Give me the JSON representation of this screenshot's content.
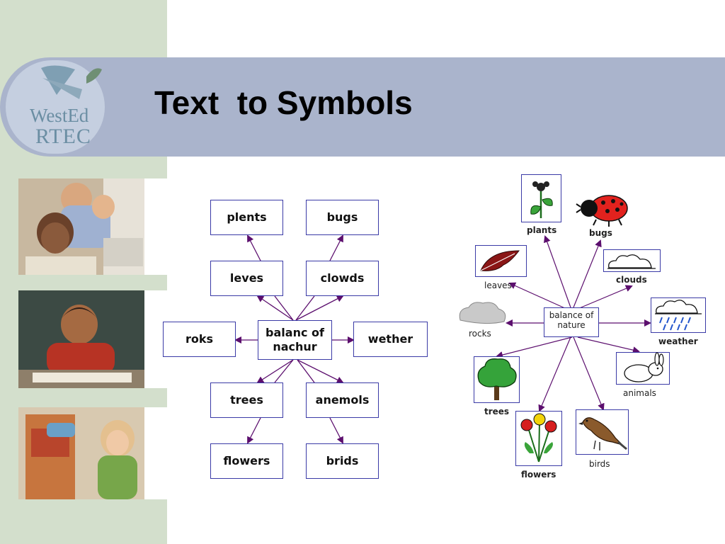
{
  "title": "Text  to Symbols",
  "logo": {
    "line1": "WestEd",
    "line2": "RTEC"
  },
  "text_map": {
    "center": [
      "balanc of",
      "nachur"
    ],
    "nodes": [
      "plents",
      "bugs",
      "leves",
      "clowds",
      "roks",
      "wether",
      "trees",
      "anemols",
      "flowers",
      "brids"
    ]
  },
  "symbol_map": {
    "center": [
      "balance of",
      "nature"
    ],
    "labels": {
      "plants": "plants",
      "bugs": "bugs",
      "leaves": "leaves",
      "clouds": "clouds",
      "rocks": "rocks",
      "weather": "weather",
      "animals": "animals",
      "trees": "trees",
      "flowers": "flowers",
      "birds": "birds"
    }
  },
  "colors": {
    "sidebar": "#d3dfcc",
    "band": "#aab4cc",
    "arrow": "#5c0f6e",
    "box_border": "#3a3aa6"
  }
}
